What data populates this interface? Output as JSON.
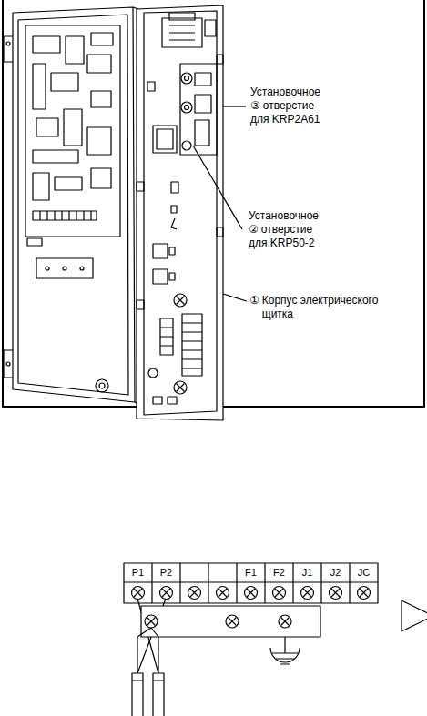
{
  "diagram": {
    "labels": [
      "③",
      "Установочное отверстие для KRP2A61",
      "②",
      "Установочное отверстие для KRP50-2",
      "①",
      "Корпус электрического щитка",
      "P1",
      "P2",
      "F1",
      "F2",
      "J1",
      "J2",
      "JC"
    ]
  }
}
